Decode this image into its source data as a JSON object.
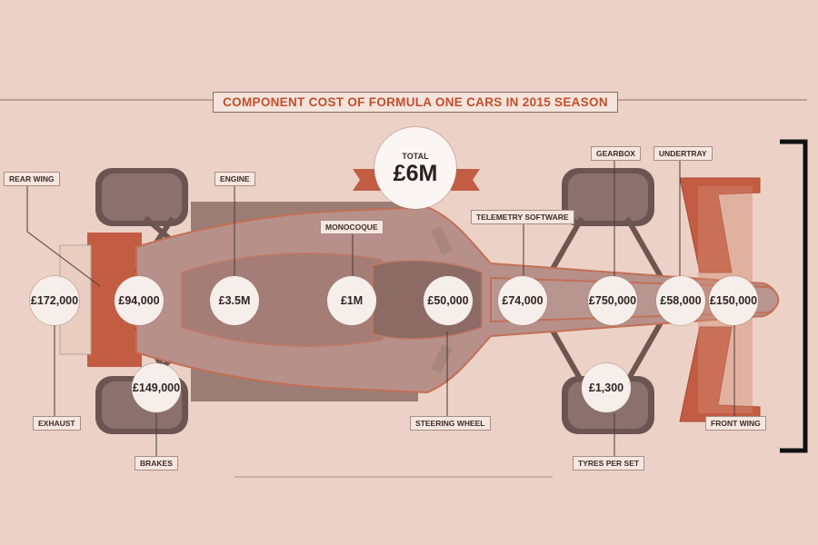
{
  "title": "COMPONENT COST OF FORMULA ONE CARS IN 2015 SEASON",
  "total": {
    "label": "TOTAL",
    "value": "£6M"
  },
  "colors": {
    "background": "#ecd2c6",
    "accent": "#c24e2c",
    "car_body": "#b7908a",
    "bubble": "#f6eeea",
    "bracket": "#111111"
  },
  "components": [
    {
      "id": "rear-wing",
      "label": "REAR WING",
      "cost": ""
    },
    {
      "id": "exhaust",
      "label": "EXHAUST",
      "cost": "£172,000"
    },
    {
      "id": "rear-wing-cost",
      "label": "",
      "cost": "£94,000"
    },
    {
      "id": "brakes",
      "label": "BRAKES",
      "cost": "£149,000"
    },
    {
      "id": "engine",
      "label": "ENGINE",
      "cost": "£3.5M"
    },
    {
      "id": "monocoque",
      "label": "MONOCOQUE",
      "cost": "£1M"
    },
    {
      "id": "steering-wheel",
      "label": "STEERING WHEEL",
      "cost": "£50,000"
    },
    {
      "id": "telemetry-software",
      "label": "TELEMETRY SOFTWARE",
      "cost": "£74,000"
    },
    {
      "id": "gearbox",
      "label": "GEARBOX",
      "cost": "£750,000"
    },
    {
      "id": "tyres",
      "label": "TYRES  PER SET",
      "cost": "£1,300"
    },
    {
      "id": "undertray",
      "label": "UNDERTRAY",
      "cost": "£58,000"
    },
    {
      "id": "front-wing",
      "label": "FRONT WING",
      "cost": "£150,000"
    }
  ]
}
